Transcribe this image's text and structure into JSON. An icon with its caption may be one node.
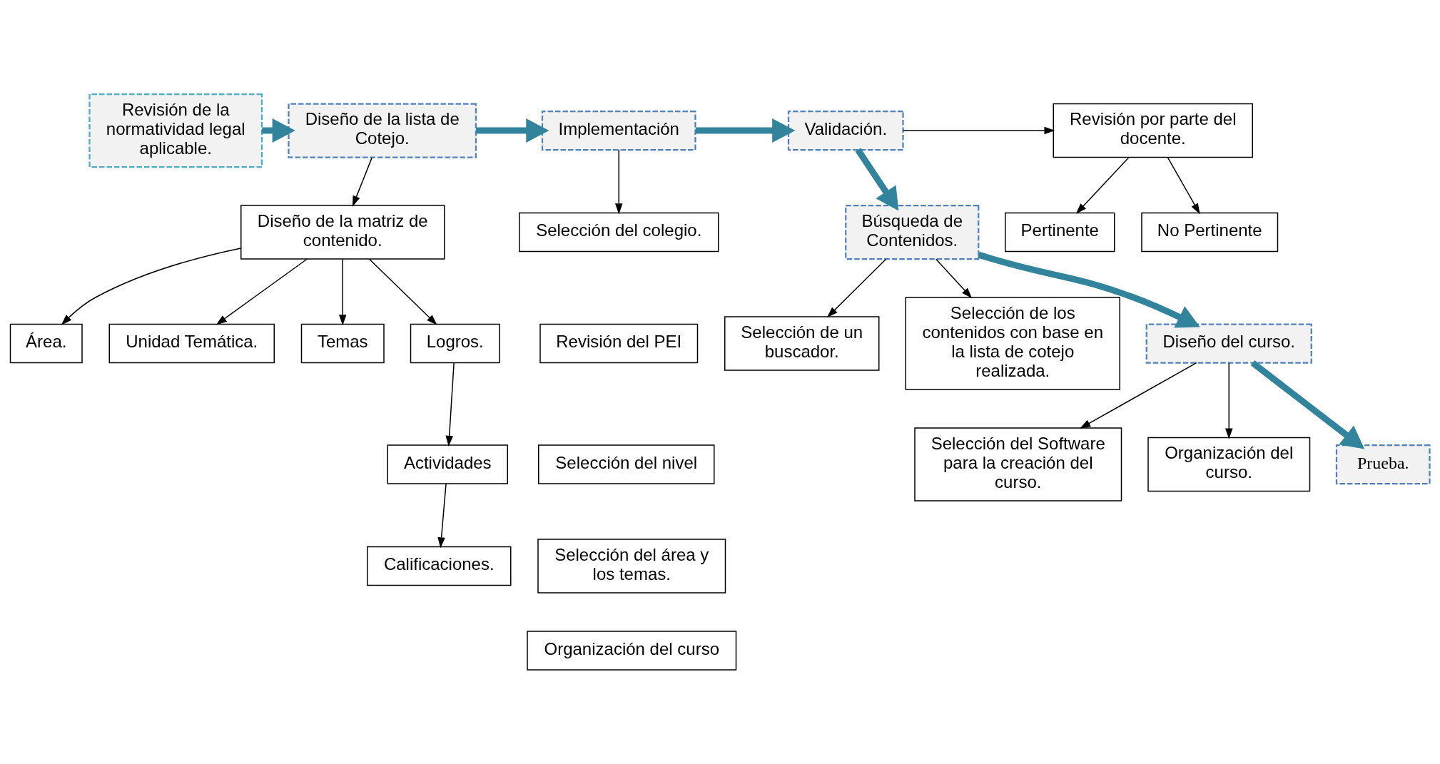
{
  "diagram": {
    "nodes": [
      {
        "text": [
          "Revisión de la normatividad legal aplicable."
        ]
      },
      {
        "text": [
          "Diseño de la lista de Cotejo."
        ]
      },
      {
        "text": [
          "Implementación"
        ]
      },
      {
        "text": [
          "Validación."
        ]
      },
      {
        "text": [
          "Revisión por parte del docente."
        ]
      },
      {
        "text": [
          "Pertinente"
        ]
      },
      {
        "text": [
          "No Pertinente"
        ]
      },
      {
        "text": [
          "Diseño de la matriz de contenido."
        ]
      },
      {
        "text": [
          "Área."
        ]
      },
      {
        "text": [
          "Unidad Temática."
        ]
      },
      {
        "text": [
          "Temas"
        ]
      },
      {
        "text": [
          "Logros."
        ]
      },
      {
        "text": [
          "Actividades"
        ]
      },
      {
        "text": [
          "Calificaciones."
        ]
      },
      {
        "text": [
          "Selección del colegio."
        ]
      },
      {
        "text": [
          "Revisión del PEI"
        ]
      },
      {
        "text": [
          "Selección del nivel"
        ]
      },
      {
        "text": [
          "Selección del área y los temas."
        ]
      },
      {
        "text": [
          "Organización del curso"
        ]
      },
      {
        "text": [
          "Búsqueda de Contenidos."
        ]
      },
      {
        "text": [
          "Selección de un buscador."
        ]
      },
      {
        "text": [
          "Selección de los contenidos con base en la lista de cotejo realizada."
        ]
      },
      {
        "text": [
          "Diseño del curso."
        ]
      },
      {
        "text": [
          "Selección del Software para la creación del curso."
        ]
      },
      {
        "text": [
          "Organización del curso."
        ]
      },
      {
        "text": [
          "Prueba."
        ]
      }
    ],
    "edges": [
      {
        "from": 0,
        "to": 1,
        "arrow": "to",
        "style": "thick",
        "color": "#31849b"
      },
      {
        "from": 1,
        "to": 2,
        "arrow": "to",
        "style": "thick",
        "color": "#31849b"
      },
      {
        "from": 2,
        "to": 3,
        "arrow": "to",
        "style": "thick",
        "color": "#31849b"
      },
      {
        "from": 3,
        "to": 4,
        "arrow": "to"
      },
      {
        "from": 4,
        "to": 5,
        "arrow": "to"
      },
      {
        "from": 4,
        "to": 6,
        "arrow": "to"
      },
      {
        "from": 1,
        "to": 7,
        "arrow": "to"
      },
      {
        "from": 7,
        "to": 8,
        "arrow": "to"
      },
      {
        "from": 7,
        "to": 9,
        "arrow": "to"
      },
      {
        "from": 7,
        "to": 10,
        "arrow": "to"
      },
      {
        "from": 7,
        "to": 11,
        "arrow": "to"
      },
      {
        "from": 11,
        "to": 12,
        "arrow": "to"
      },
      {
        "from": 12,
        "to": 13,
        "arrow": "to"
      },
      {
        "from": 2,
        "to": 14,
        "arrow": "to"
      },
      {
        "from": 3,
        "to": 19,
        "arrow": "to",
        "style": "thick",
        "color": "#31849b"
      },
      {
        "from": 19,
        "to": 20,
        "arrow": "to"
      },
      {
        "from": 19,
        "to": 21,
        "arrow": "to"
      },
      {
        "from": 19,
        "to": 22,
        "arrow": "to",
        "style": "thick",
        "color": "#31849b"
      },
      {
        "from": 22,
        "to": 23,
        "arrow": "to"
      },
      {
        "from": 22,
        "to": 24,
        "arrow": "to"
      },
      {
        "from": 22,
        "to": 25,
        "arrow": "to",
        "style": "thick",
        "color": "#31849b"
      }
    ]
  }
}
